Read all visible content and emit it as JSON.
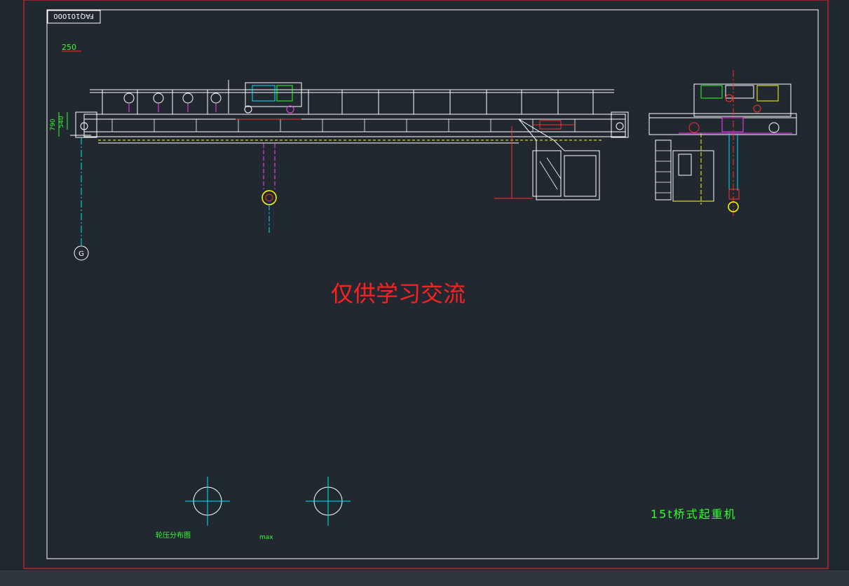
{
  "drawing": {
    "code": "FAQ101000",
    "scale_note": "250",
    "dim_790": "790",
    "dim_540": "540",
    "axis_label": "G",
    "watermark": "仅供学习交流",
    "title": "15t桥式起重机",
    "wheel_label": "轮压分布图",
    "max_label": "max"
  },
  "colors": {
    "background": "#212830",
    "frame": "#ff2020",
    "line": "#ffffff",
    "yellow": "#ffff00",
    "cyan": "#00e5ff",
    "magenta": "#ff40ff",
    "green": "#30ff30",
    "red": "#ff3030",
    "statusbar": "#2f353d"
  }
}
